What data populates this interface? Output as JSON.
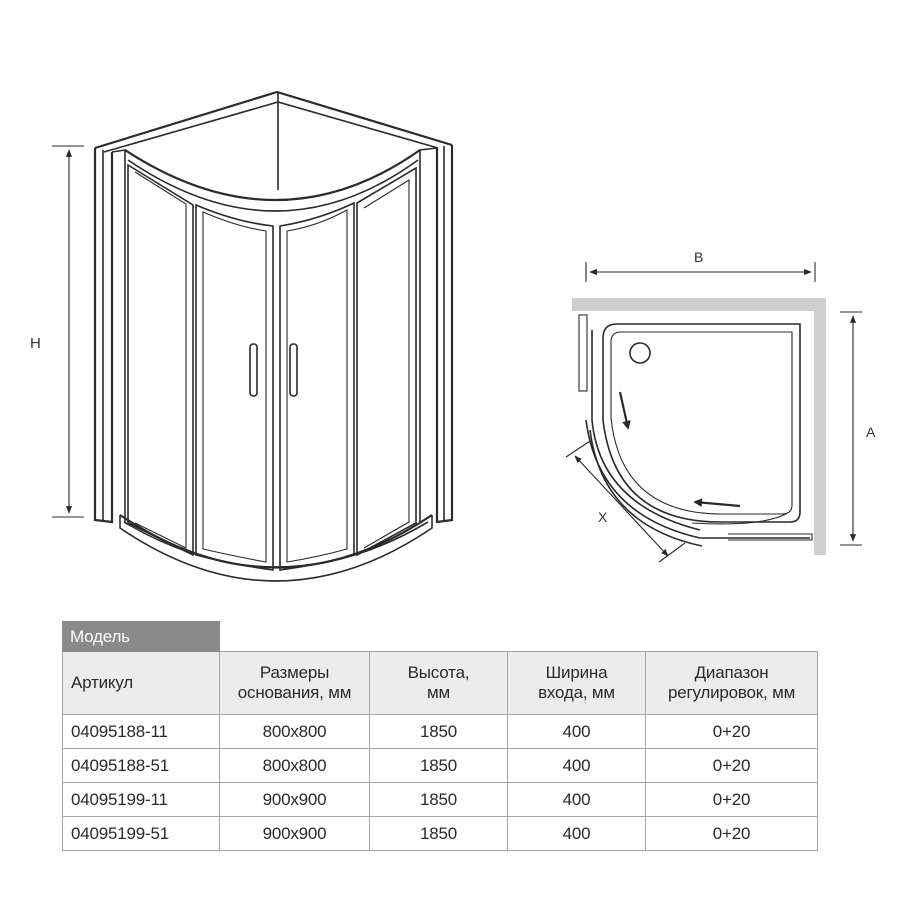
{
  "diagram": {
    "labels": {
      "height": "H",
      "width": "B",
      "depth": "A",
      "entry": "X"
    }
  },
  "table": {
    "title": "Модель",
    "headers": {
      "col1": "Артикул",
      "col2_line1": "Размеры",
      "col2_line2": "основания, мм",
      "col3_line1": "Высота,",
      "col3_line2": "мм",
      "col4_line1": "Ширина",
      "col4_line2": "входа, мм",
      "col5_line1": "Диапазон",
      "col5_line2": "регулировок, мм"
    },
    "rows": [
      {
        "article": "04095188-11",
        "base": "800x800",
        "height": "1850",
        "entry": "400",
        "range": "0+20"
      },
      {
        "article": "04095188-51",
        "base": "800x800",
        "height": "1850",
        "entry": "400",
        "range": "0+20"
      },
      {
        "article": "04095199-11",
        "base": "900x900",
        "height": "1850",
        "entry": "400",
        "range": "0+20"
      },
      {
        "article": "04095199-51",
        "base": "900x900",
        "height": "1850",
        "entry": "400",
        "range": "0+20"
      }
    ]
  }
}
